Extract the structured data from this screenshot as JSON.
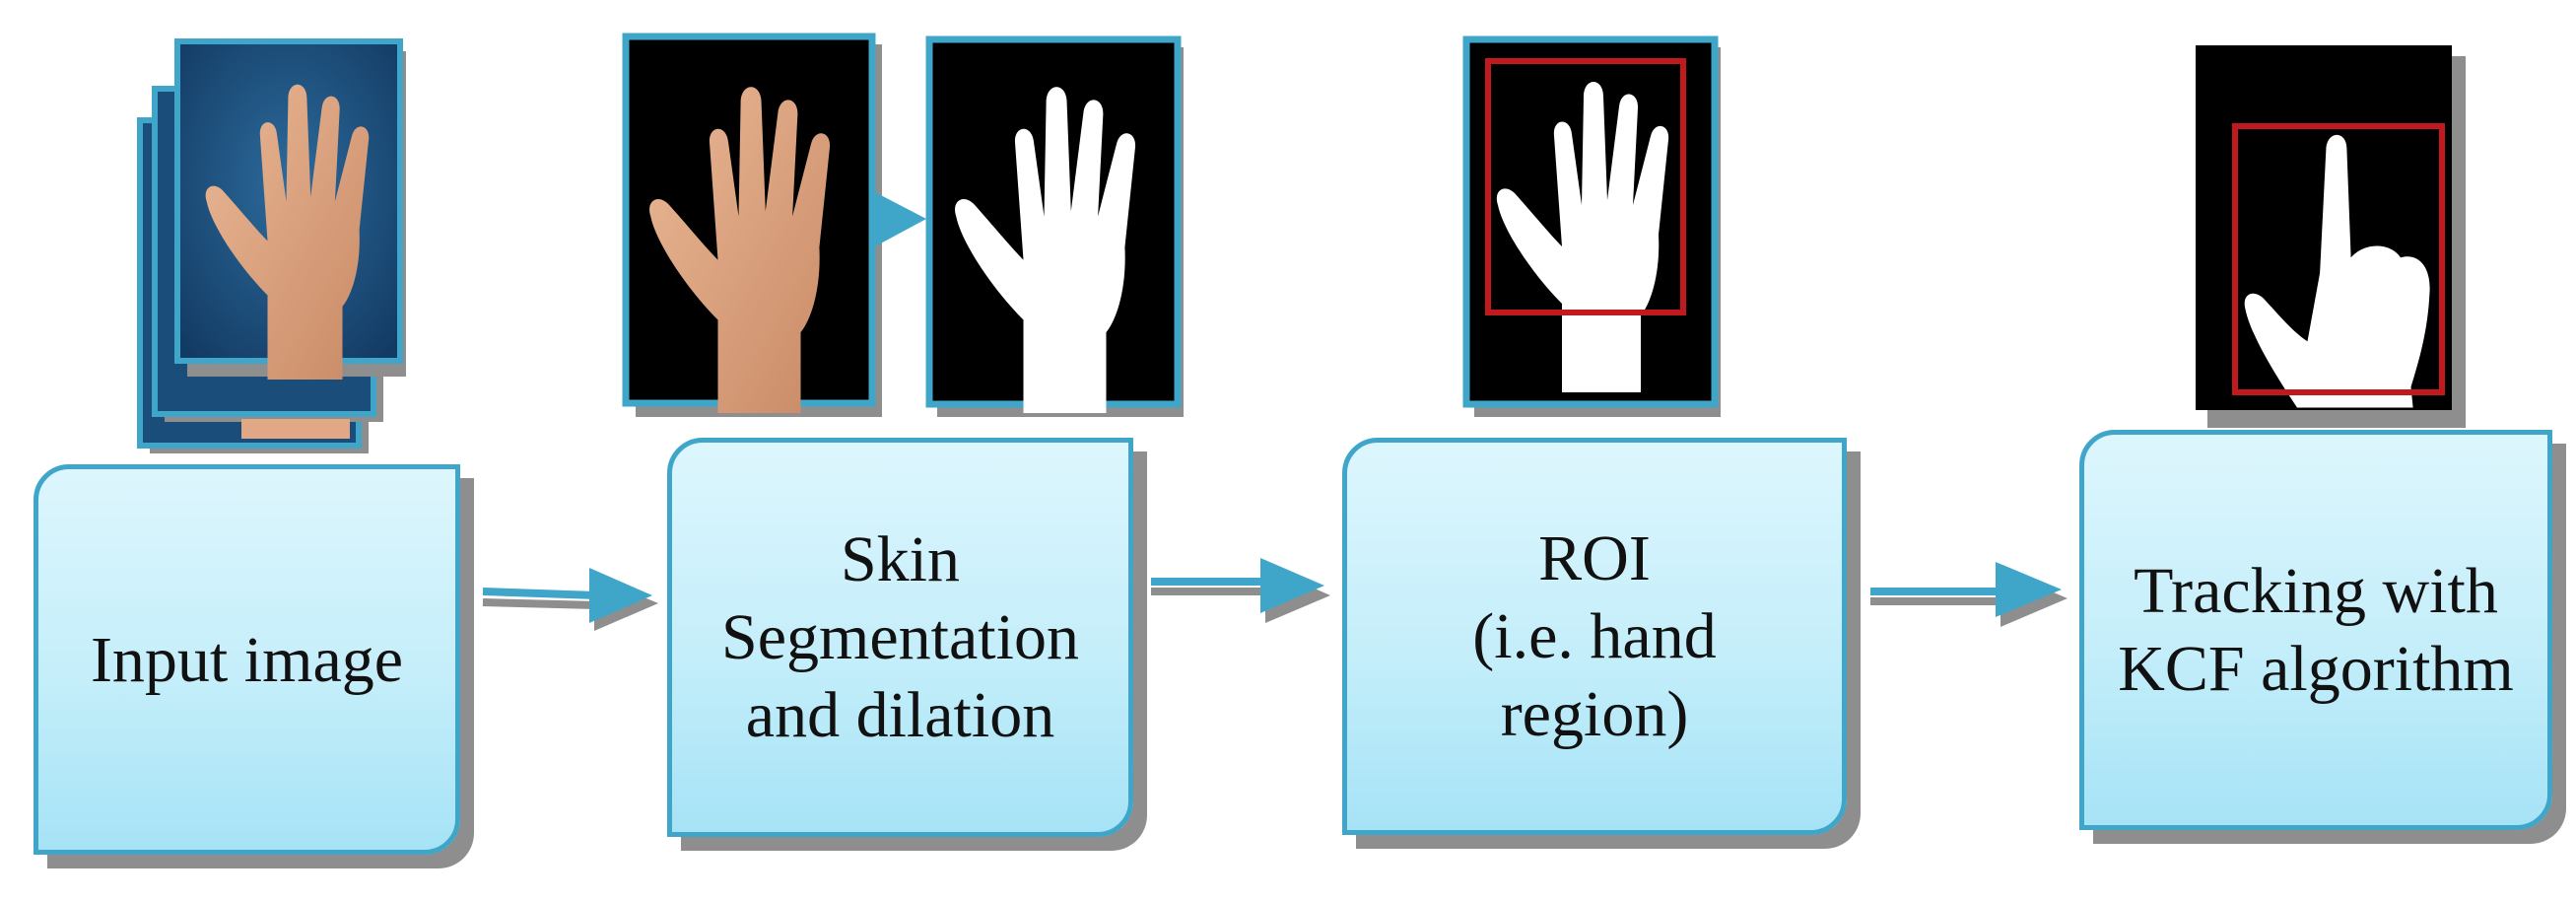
{
  "colors": {
    "box_fill_top": "#ddf6fd",
    "box_fill_bottom": "#a6e3f6",
    "box_border": "#3fa6c9",
    "arrow": "#3fa6c9",
    "shadow": "#8e8e8e",
    "roi_box": "#c0191e",
    "skin": "#e2a784",
    "input_background": "#1d4f7d"
  },
  "steps": [
    {
      "label": "Input image"
    },
    {
      "label": "Skin\nSegmentation\nand dilation"
    },
    {
      "label": "ROI\n(i.e. hand\nregion)"
    },
    {
      "label": "Tracking with\nKCF algorithm"
    }
  ],
  "thumbnails": [
    {
      "name": "input-frame-stack",
      "content": "color hand on blue background"
    },
    {
      "name": "skin-segmented",
      "content": "color hand on black"
    },
    {
      "name": "binary-mask",
      "content": "white hand mask"
    },
    {
      "name": "roi-mask",
      "content": "white hand mask with red bounding box"
    },
    {
      "name": "tracking-frame",
      "content": "pointing hand mask with red bounding box"
    }
  ],
  "icons": [
    "right-arrow-icon",
    "right-arrow-icon",
    "right-arrow-icon",
    "small-right-arrow-icon"
  ]
}
